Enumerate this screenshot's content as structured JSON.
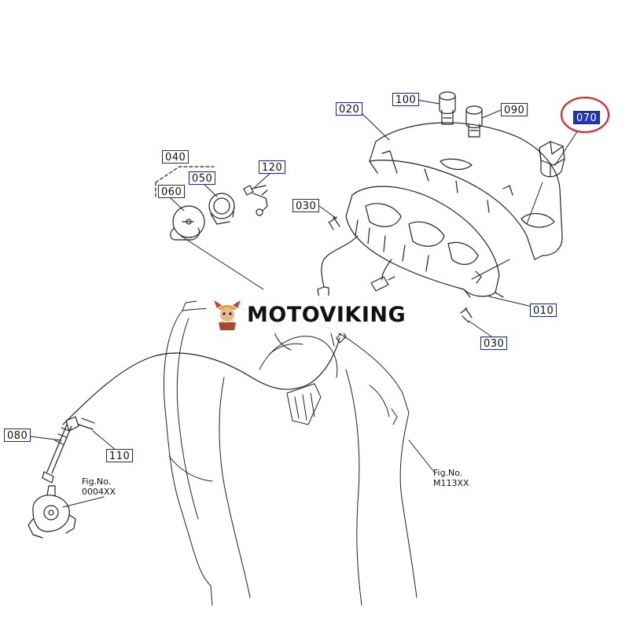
{
  "diagram": {
    "part_labels": {
      "p100": "100",
      "p090": "090",
      "p020": "020",
      "p070": "070",
      "p040": "040",
      "p050": "050",
      "p060": "060",
      "p120": "120",
      "p030a": "030",
      "p010": "010",
      "p030b": "030",
      "p080": "080",
      "p110": "110"
    },
    "highlighted_part": "070",
    "figure_refs": {
      "left": {
        "line1": "Fig.No.",
        "line2": "0004XX"
      },
      "right": {
        "line1": "Fig.No.",
        "line2": "M113XX"
      }
    }
  },
  "watermark": {
    "brand": "MOTOVIKING",
    "logo_icon": "viking-mascot-icon"
  },
  "colors": {
    "label_border": "#1a2a8c",
    "highlight_fill": "#2233bb",
    "highlight_circle": "#d8282e",
    "line_art": "#222222"
  }
}
